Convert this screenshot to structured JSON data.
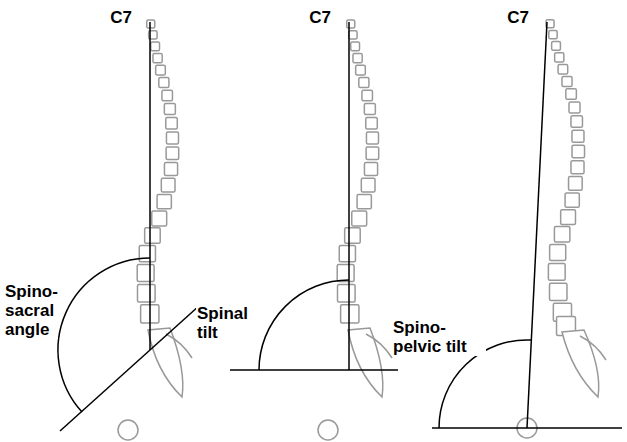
{
  "diagram": {
    "labels": [
      "C7",
      "C7",
      "C7",
      "Spino- sacral angle",
      "Spinal tilt",
      "Spino- pelvic tilt"
    ]
  }
}
